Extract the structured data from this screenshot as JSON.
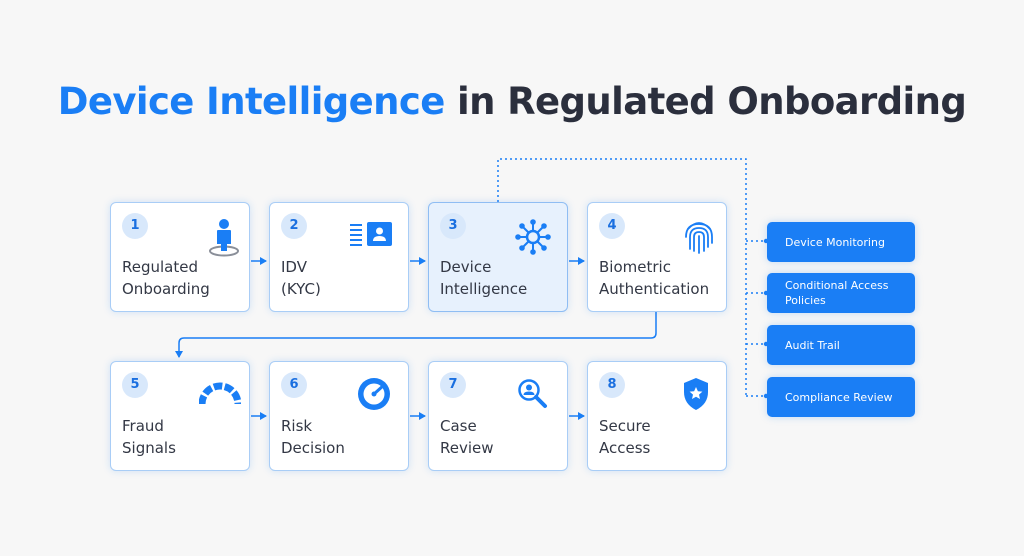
{
  "title": {
    "accent": "Device Intelligence",
    "rest": " in Regulated Onboarding"
  },
  "steps": [
    {
      "number": "1",
      "label": "Regulated\nOnboarding",
      "icon": "person-onboarding-icon"
    },
    {
      "number": "2",
      "label": "IDV\n(KYC)",
      "icon": "id-card-icon"
    },
    {
      "number": "3",
      "label": "Device\nIntelligence",
      "icon": "network-hub-icon"
    },
    {
      "number": "4",
      "label": "Biometric\nAuthentication",
      "icon": "fingerprint-icon"
    },
    {
      "number": "5",
      "label": "Fraud\nSignals",
      "icon": "gauge-icon"
    },
    {
      "number": "6",
      "label": "Risk\nDecision",
      "icon": "dial-icon"
    },
    {
      "number": "7",
      "label": "Case\nReview",
      "icon": "search-user-icon"
    },
    {
      "number": "8",
      "label": "Secure\nAccess",
      "icon": "shield-star-icon"
    }
  ],
  "outputs": [
    "Device Monitoring",
    "Conditional Access Policies",
    "Audit Trail",
    "Compliance Review"
  ],
  "colors": {
    "accent": "#1a7ef5",
    "text": "#2b2f3d",
    "card_border": "#a9cdf6"
  }
}
